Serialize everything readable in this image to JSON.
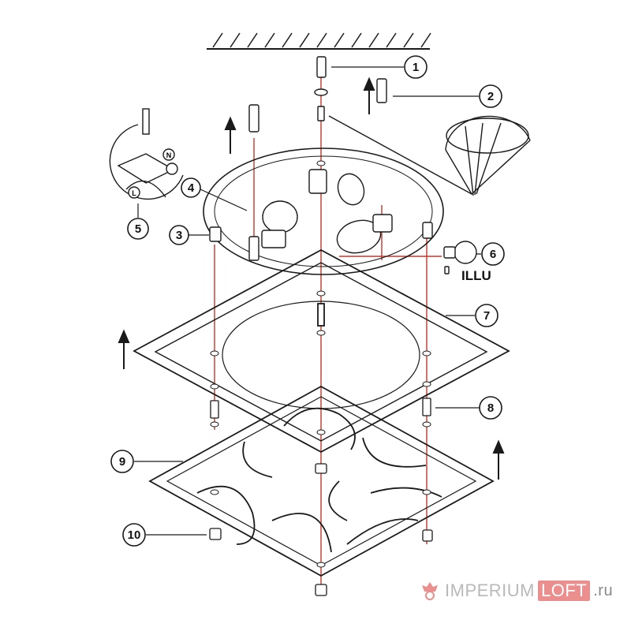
{
  "diagram": {
    "callouts": [
      {
        "id": "1",
        "label": "1"
      },
      {
        "id": "2",
        "label": "2"
      },
      {
        "id": "3",
        "label": "3"
      },
      {
        "id": "4",
        "label": "4"
      },
      {
        "id": "5",
        "label": "5"
      },
      {
        "id": "6",
        "label": "6"
      },
      {
        "id": "7",
        "label": "7"
      },
      {
        "id": "8",
        "label": "8"
      },
      {
        "id": "9",
        "label": "9"
      },
      {
        "id": "10",
        "label": "10"
      }
    ],
    "illu_label": "ILLU",
    "wiring_terminals": {
      "n": "N",
      "l": "L"
    }
  },
  "watermark": {
    "brand_left": "IMPERIUM",
    "brand_right": "LOFT",
    "tld": ".ru"
  },
  "colors": {
    "line": "#1a1a1a",
    "guide_red": "#c0392b",
    "watermark_pink": "#ea8e8e",
    "watermark_gray": "#b9b9b9"
  }
}
